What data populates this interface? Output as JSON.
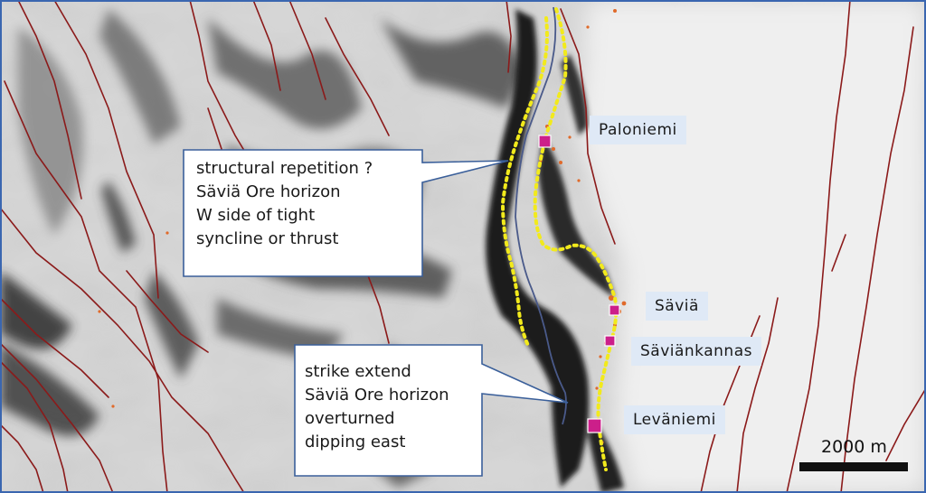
{
  "map": {
    "colors": {
      "fault_lines": "#8b1a1a",
      "ore_horizon": "#f2ea1c",
      "fold_axis": "#4a5a8a",
      "mine_marker": "#cc1f8a",
      "label_background": "#dfe9f6",
      "callout_border": "#3a5f9a",
      "frame": "#3a66b0"
    },
    "callouts": [
      {
        "lines": [
          "structural repetition ?",
          "Säviä Ore horizon",
          "W side of tight",
          "syncline or thrust"
        ]
      },
      {
        "lines": [
          "strike extend",
          "Säviä Ore horizon",
          "overturned",
          "dipping east"
        ]
      }
    ],
    "places": [
      {
        "name": "Paloniemi"
      },
      {
        "name": "Säviä"
      },
      {
        "name": "Säviänkannas"
      },
      {
        "name": "Leväniemi"
      }
    ],
    "scale_bar": {
      "label": "2000 m"
    }
  }
}
